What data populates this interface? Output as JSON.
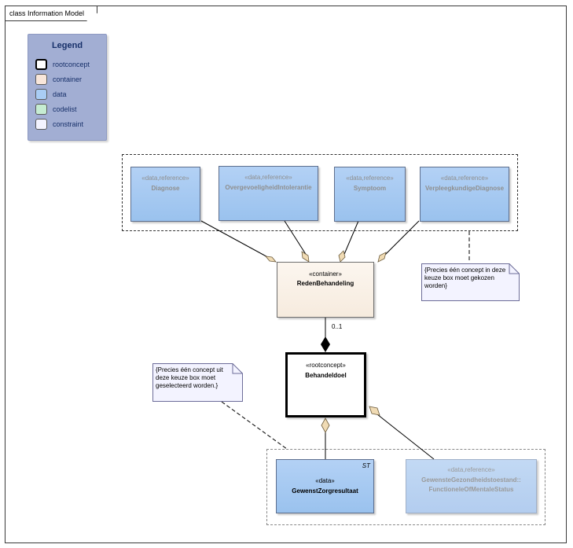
{
  "frame": {
    "title": "class Information Model"
  },
  "legend": {
    "title": "Legend",
    "items": [
      {
        "label": "rootconcept",
        "color": "#ffffff",
        "border": "#000000"
      },
      {
        "label": "container",
        "color": "#f8e6da",
        "border": "#5a5a5a"
      },
      {
        "label": "data",
        "color": "#a9cdf4",
        "border": "#5a5a5a"
      },
      {
        "label": "codelist",
        "color": "#c6ecd2",
        "border": "#5a5a5a"
      },
      {
        "label": "constraint",
        "color": "#f3f3ff",
        "border": "#5a5a5a"
      }
    ]
  },
  "reference_boxes": [
    {
      "stereotype": "«data,reference»",
      "name": "Diagnose"
    },
    {
      "stereotype": "«data,reference»",
      "name": "OvergevoeligheidIntolerantie"
    },
    {
      "stereotype": "«data,reference»",
      "name": "Symptoom"
    },
    {
      "stereotype": "«data,reference»",
      "name": "VerpleegkundigeDiagnose"
    }
  ],
  "container": {
    "stereotype": "«container»",
    "name": "RedenBehandeling"
  },
  "root": {
    "stereotype": "«rootconcept»",
    "name": "Behandeldoel"
  },
  "multiplicity": "0..1",
  "data_box": {
    "stereotype": "«data»",
    "name": "GewenstZorgresultaat",
    "tag": "ST"
  },
  "faded_box": {
    "stereotype": "«data,reference»",
    "name_line1": "GewensteGezondheidstoestand::",
    "name_line2": "FunctioneleOfMentaleStatus"
  },
  "notes": {
    "top": {
      "line1": "{Precies één concept in deze",
      "line2": "keuze box moet gekozen",
      "line3": "worden}"
    },
    "bottom": {
      "line1": "{Precies één concept uit",
      "line2": "deze keuze box moet",
      "line3": "geselecteerd worden.}"
    }
  }
}
